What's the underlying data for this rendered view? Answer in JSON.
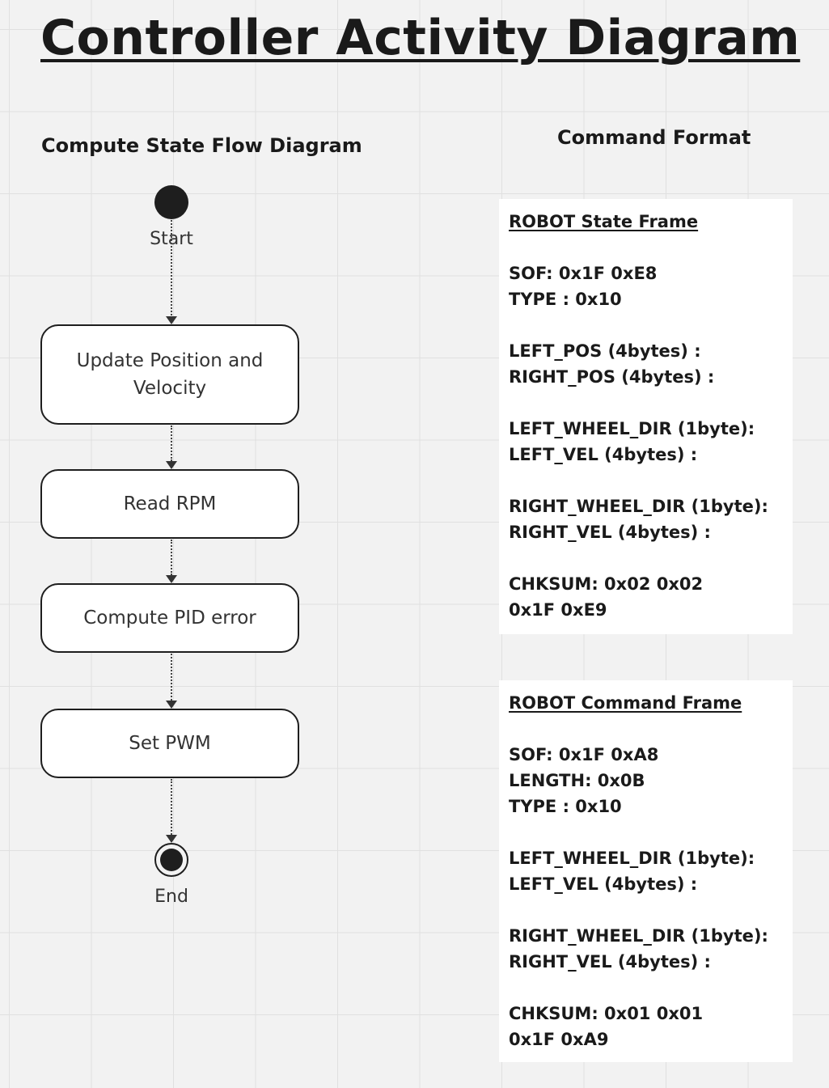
{
  "title": "Controller Activity Diagram",
  "flow": {
    "heading": "Compute State Flow Diagram",
    "start_label": "Start",
    "end_label": "End",
    "activities": [
      "Update Position and Velocity",
      "Read RPM",
      "Compute PID error",
      "Set PWM"
    ]
  },
  "command": {
    "heading": "Command Format",
    "state_frame": {
      "title": "ROBOT State Frame",
      "groups": [
        [
          "SOF: 0x1F 0xE8",
          "TYPE : 0x10"
        ],
        [
          "LEFT_POS (4bytes) :",
          "RIGHT_POS (4bytes) :"
        ],
        [
          "LEFT_WHEEL_DIR (1byte):",
          "LEFT_VEL (4bytes) :"
        ],
        [
          "RIGHT_WHEEL_DIR (1byte):",
          "RIGHT_VEL (4bytes) :"
        ],
        [
          "CHKSUM: 0x02 0x02",
          "0x1F 0xE9"
        ]
      ]
    },
    "command_frame": {
      "title": "ROBOT Command Frame",
      "groups": [
        [
          "SOF: 0x1F 0xA8",
          "LENGTH: 0x0B",
          "TYPE : 0x10"
        ],
        [
          "LEFT_WHEEL_DIR (1byte):",
          "LEFT_VEL (4bytes) :"
        ],
        [
          "RIGHT_WHEEL_DIR (1byte):",
          "RIGHT_VEL (4bytes) :"
        ],
        [
          "CHKSUM: 0x01 0x01",
          "0x1F 0xA9"
        ]
      ]
    }
  }
}
